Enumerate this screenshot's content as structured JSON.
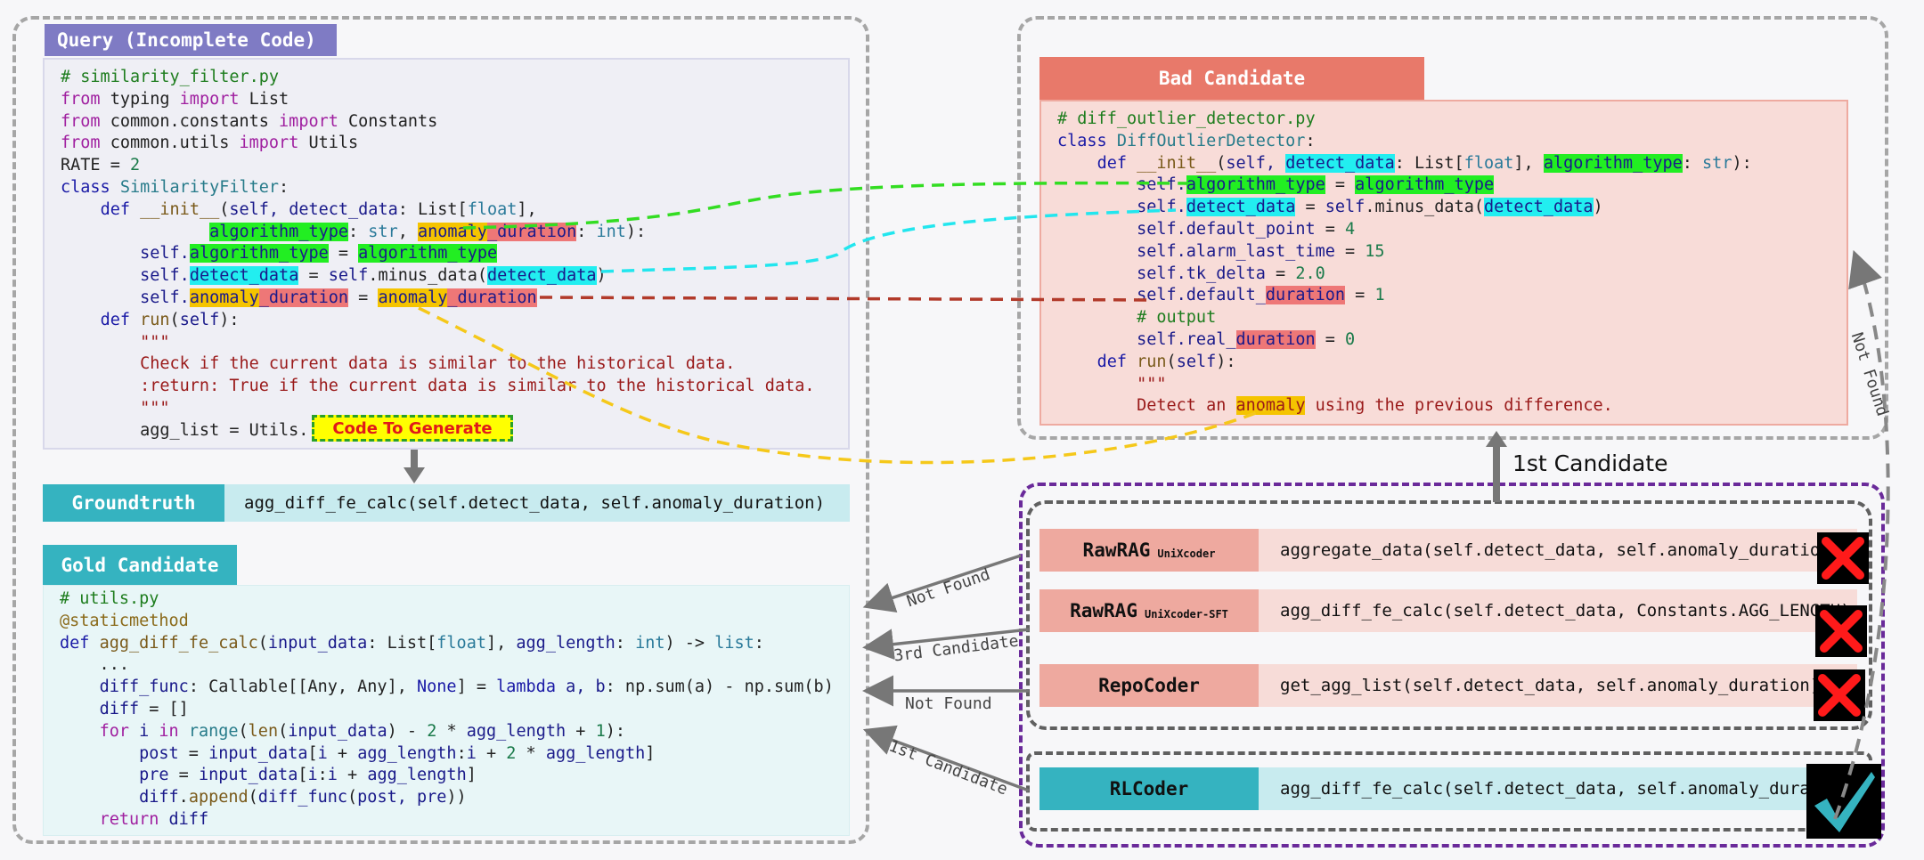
{
  "query": {
    "header": "Query (Incomplete Code)",
    "code_to_generate": "Code To Generate",
    "lines": [
      [
        [
          "t-comment",
          "# similarity_filter.py"
        ]
      ],
      [
        [
          "t-kw",
          "from"
        ],
        [
          "t-plain",
          " typing "
        ],
        [
          "t-kw",
          "import"
        ],
        [
          "t-plain",
          " List"
        ]
      ],
      [
        [
          "t-kw",
          "from"
        ],
        [
          "t-plain",
          " common.constants "
        ],
        [
          "t-kw",
          "import"
        ],
        [
          "t-plain",
          " Constants"
        ]
      ],
      [
        [
          "t-kw",
          "from"
        ],
        [
          "t-plain",
          " common.utils "
        ],
        [
          "t-kw",
          "import"
        ],
        [
          "t-plain",
          " Utils"
        ]
      ],
      [
        [
          "t-plain",
          "RATE = "
        ],
        [
          "t-num",
          "2"
        ]
      ],
      [
        [
          "t-def",
          "class "
        ],
        [
          "t-cls",
          "SimilarityFilter"
        ],
        [
          "t-plain",
          ":"
        ]
      ],
      [
        [
          "t-plain",
          "    "
        ],
        [
          "t-def",
          "def "
        ],
        [
          "t-fn",
          "__init__"
        ],
        [
          "t-plain",
          "("
        ],
        [
          "t-self",
          "self, detect_data"
        ],
        [
          "t-plain",
          ": List["
        ],
        [
          "t-type",
          "float"
        ],
        [
          "t-plain",
          "],"
        ]
      ],
      [
        [
          "t-plain",
          "               "
        ],
        [
          "t-self hl-green",
          "algorithm_type"
        ],
        [
          "t-plain",
          ": "
        ],
        [
          "t-type",
          "str"
        ],
        [
          "t-plain",
          ", "
        ],
        [
          "t-self hl-yellow",
          "anomaly"
        ],
        [
          "t-self hl-red",
          "_duration"
        ],
        [
          "t-plain",
          ": "
        ],
        [
          "t-type",
          "int"
        ],
        [
          "t-plain",
          "):"
        ]
      ],
      [
        [
          "t-plain",
          "        "
        ],
        [
          "t-self",
          "self."
        ],
        [
          "t-self hl-green",
          "algorithm_type"
        ],
        [
          "t-plain",
          " = "
        ],
        [
          "t-self hl-green",
          "algorithm_type"
        ]
      ],
      [
        [
          "t-plain",
          "        "
        ],
        [
          "t-self",
          "self."
        ],
        [
          "t-self hl-cyan",
          "detect_data"
        ],
        [
          "t-plain",
          " = "
        ],
        [
          "t-self",
          "self"
        ],
        [
          "t-plain",
          ".minus_data("
        ],
        [
          "t-self hl-cyan",
          "detect_data"
        ],
        [
          "t-plain",
          ")"
        ]
      ],
      [
        [
          "t-plain",
          "        "
        ],
        [
          "t-self",
          "self."
        ],
        [
          "t-self hl-yellow",
          "anomaly"
        ],
        [
          "t-self hl-red",
          "_duration"
        ],
        [
          "t-plain",
          " = "
        ],
        [
          "t-self hl-yellow",
          "anomaly"
        ],
        [
          "t-self hl-red",
          "_duration"
        ]
      ],
      [
        [
          "t-plain",
          "    "
        ],
        [
          "t-def",
          "def "
        ],
        [
          "t-fn",
          "run"
        ],
        [
          "t-plain",
          "("
        ],
        [
          "t-self",
          "self"
        ],
        [
          "t-plain",
          "):"
        ]
      ],
      [
        [
          "t-plain",
          "        "
        ],
        [
          "t-str",
          "\"\"\""
        ]
      ],
      [
        [
          "t-plain",
          "        "
        ],
        [
          "t-str",
          "Check if the current data is similar to the historical data."
        ]
      ],
      [
        [
          "t-plain",
          "        "
        ],
        [
          "t-str",
          ":return: True if the current data is similar to the historical data."
        ]
      ],
      [
        [
          "t-plain",
          "        "
        ],
        [
          "t-str",
          "\"\"\""
        ]
      ],
      [
        [
          "t-plain",
          "        agg_list = Utils."
        ]
      ]
    ]
  },
  "groundtruth": {
    "label": "Groundtruth",
    "code": "agg_diff_fe_calc(self.detect_data, self.anomaly_duration)"
  },
  "gold": {
    "header": "Gold Candidate",
    "lines": [
      [
        [
          "t-comment",
          "# utils.py"
        ]
      ],
      [
        [
          "t-dec",
          "@staticmethod"
        ]
      ],
      [
        [
          "t-def",
          "def "
        ],
        [
          "t-fn",
          "agg_diff_fe_calc"
        ],
        [
          "t-plain",
          "("
        ],
        [
          "t-self",
          "input_data"
        ],
        [
          "t-plain",
          ": List["
        ],
        [
          "t-type",
          "float"
        ],
        [
          "t-plain",
          "], "
        ],
        [
          "t-self",
          "agg_length"
        ],
        [
          "t-plain",
          ": "
        ],
        [
          "t-type",
          "int"
        ],
        [
          "t-plain",
          ") -> "
        ],
        [
          "t-type",
          "list"
        ],
        [
          "t-plain",
          ":"
        ]
      ],
      [
        [
          "t-plain",
          "    ..."
        ]
      ],
      [
        [
          "t-plain",
          "    "
        ],
        [
          "t-self",
          "diff_func"
        ],
        [
          "t-plain",
          ": Callable[[Any, Any], "
        ],
        [
          "t-def",
          "None"
        ],
        [
          "t-plain",
          "] = "
        ],
        [
          "t-def",
          "lambda"
        ],
        [
          "t-self",
          " a, b"
        ],
        [
          "t-plain",
          ": np.sum(a) - np.sum(b)"
        ]
      ],
      [
        [
          "t-plain",
          "    "
        ],
        [
          "t-self",
          "diff"
        ],
        [
          "t-plain",
          " = []"
        ]
      ],
      [
        [
          "t-plain",
          "    "
        ],
        [
          "t-kw",
          "for"
        ],
        [
          "t-self",
          " i "
        ],
        [
          "t-kw",
          "in"
        ],
        [
          "t-plain",
          " "
        ],
        [
          "t-cls",
          "range"
        ],
        [
          "t-plain",
          "("
        ],
        [
          "t-fn",
          "len"
        ],
        [
          "t-plain",
          "("
        ],
        [
          "t-self",
          "input_data"
        ],
        [
          "t-plain",
          ") - "
        ],
        [
          "t-num",
          "2"
        ],
        [
          "t-plain",
          " * "
        ],
        [
          "t-self",
          "agg_length"
        ],
        [
          "t-plain",
          " + "
        ],
        [
          "t-num",
          "1"
        ],
        [
          "t-plain",
          "):"
        ]
      ],
      [
        [
          "t-plain",
          "        "
        ],
        [
          "t-self",
          "post"
        ],
        [
          "t-plain",
          " = "
        ],
        [
          "t-self",
          "input_data"
        ],
        [
          "t-plain",
          "["
        ],
        [
          "t-self",
          "i"
        ],
        [
          "t-plain",
          " + "
        ],
        [
          "t-self",
          "agg_length"
        ],
        [
          "t-plain",
          ":"
        ],
        [
          "t-self",
          "i"
        ],
        [
          "t-plain",
          " + "
        ],
        [
          "t-num",
          "2"
        ],
        [
          "t-plain",
          " * "
        ],
        [
          "t-self",
          "agg_length"
        ],
        [
          "t-plain",
          "]"
        ]
      ],
      [
        [
          "t-plain",
          "        "
        ],
        [
          "t-self",
          "pre"
        ],
        [
          "t-plain",
          " = "
        ],
        [
          "t-self",
          "input_data"
        ],
        [
          "t-plain",
          "["
        ],
        [
          "t-self",
          "i"
        ],
        [
          "t-plain",
          ":"
        ],
        [
          "t-self",
          "i"
        ],
        [
          "t-plain",
          " + "
        ],
        [
          "t-self",
          "agg_length"
        ],
        [
          "t-plain",
          "]"
        ]
      ],
      [
        [
          "t-plain",
          "        "
        ],
        [
          "t-self",
          "diff"
        ],
        [
          "t-plain",
          "."
        ],
        [
          "t-fn",
          "append"
        ],
        [
          "t-plain",
          "("
        ],
        [
          "t-self",
          "diff_func"
        ],
        [
          "t-plain",
          "("
        ],
        [
          "t-self",
          "post, pre"
        ],
        [
          "t-plain",
          "))"
        ]
      ],
      [
        [
          "t-plain",
          "    "
        ],
        [
          "t-kw",
          "return"
        ],
        [
          "t-self",
          " diff"
        ]
      ]
    ]
  },
  "bad": {
    "header": "Bad Candidate",
    "lines": [
      [
        [
          "t-comment",
          "# diff_outlier_detector.py"
        ]
      ],
      [
        [
          "t-def",
          "class "
        ],
        [
          "t-cls",
          "DiffOutlierDetector"
        ],
        [
          "t-plain",
          ":"
        ]
      ],
      [
        [
          "t-plain",
          "    "
        ],
        [
          "t-def",
          "def "
        ],
        [
          "t-fn",
          "__init__"
        ],
        [
          "t-plain",
          "("
        ],
        [
          "t-self",
          "self, "
        ],
        [
          "t-self hl-cyan",
          "detect_data"
        ],
        [
          "t-plain",
          ": List["
        ],
        [
          "t-type",
          "float"
        ],
        [
          "t-plain",
          "], "
        ],
        [
          "t-self hl-green",
          "algorithm_type"
        ],
        [
          "t-plain",
          ": "
        ],
        [
          "t-type",
          "str"
        ],
        [
          "t-plain",
          "):"
        ]
      ],
      [
        [
          "t-plain",
          "        "
        ],
        [
          "t-self",
          "self."
        ],
        [
          "t-self hl-green",
          "algorithm_type"
        ],
        [
          "t-plain",
          " = "
        ],
        [
          "t-self hl-green",
          "algorithm_type"
        ]
      ],
      [
        [
          "t-plain",
          "        "
        ],
        [
          "t-self",
          "self."
        ],
        [
          "t-self hl-cyan",
          "detect_data"
        ],
        [
          "t-plain",
          " = "
        ],
        [
          "t-self",
          "self"
        ],
        [
          "t-plain",
          ".minus_data("
        ],
        [
          "t-self hl-cyan",
          "detect_data"
        ],
        [
          "t-plain",
          ")"
        ]
      ],
      [
        [
          "t-plain",
          "        "
        ],
        [
          "t-self",
          "self.default_point"
        ],
        [
          "t-plain",
          " = "
        ],
        [
          "t-num",
          "4"
        ]
      ],
      [
        [
          "t-plain",
          "        "
        ],
        [
          "t-self",
          "self.alarm_last_time"
        ],
        [
          "t-plain",
          " = "
        ],
        [
          "t-num",
          "15"
        ]
      ],
      [
        [
          "t-plain",
          "        "
        ],
        [
          "t-self",
          "self.tk_delta"
        ],
        [
          "t-plain",
          " = "
        ],
        [
          "t-num",
          "2.0"
        ]
      ],
      [
        [
          "t-plain",
          "        "
        ],
        [
          "t-self",
          "self.default_"
        ],
        [
          "t-self hl-red",
          "duration"
        ],
        [
          "t-plain",
          " = "
        ],
        [
          "t-num",
          "1"
        ]
      ],
      [
        [
          "t-plain",
          "        "
        ],
        [
          "t-comment",
          "# output"
        ]
      ],
      [
        [
          "t-plain",
          "        "
        ],
        [
          "t-self",
          "self.real_"
        ],
        [
          "t-self hl-red",
          "duration"
        ],
        [
          "t-plain",
          " = "
        ],
        [
          "t-num",
          "0"
        ]
      ],
      [
        [
          "t-plain",
          "    "
        ],
        [
          "t-def",
          "def "
        ],
        [
          "t-fn",
          "run"
        ],
        [
          "t-plain",
          "("
        ],
        [
          "t-self",
          "self"
        ],
        [
          "t-plain",
          "):"
        ]
      ],
      [
        [
          "t-plain",
          "        "
        ],
        [
          "t-str",
          "\"\"\""
        ]
      ],
      [
        [
          "t-plain",
          "        "
        ],
        [
          "t-str",
          "Detect an "
        ],
        [
          "t-str hl-yellow",
          "anomaly"
        ],
        [
          "t-str",
          " using the previous difference."
        ]
      ]
    ]
  },
  "candidates_label": "1st Candidate",
  "bad_link_label": "Not Found",
  "methods": [
    {
      "name": "RawRAG",
      "sub": "UniXcoder",
      "code": "aggregate_data(self.detect_data, self.anomaly_duration)",
      "result": "wrong",
      "link_label": "Not Found"
    },
    {
      "name": "RawRAG",
      "sub": "UniXcoder-SFT",
      "code": "agg_diff_fe_calc(self.detect_data, Constants.AGG_LENGTH)",
      "result": "wrong",
      "link_label": "3rd Candidate"
    },
    {
      "name": "RepoCoder",
      "sub": "",
      "code": "get_agg_list(self.detect_data, self.anomaly_duration)",
      "result": "wrong",
      "link_label": "Not Found"
    },
    {
      "name": "RLCoder",
      "sub": "",
      "code": "agg_diff_fe_calc(self.detect_data, self.anomaly_duration)",
      "result": "correct",
      "link_label": "1st Candidate"
    }
  ],
  "colors": {
    "query_header": "#7f7bc4",
    "query_bg": "#efeff5",
    "gold_header": "#35b3c0",
    "gold_bg": "#e8f6f7",
    "groundtruth_bg": "#c8ebef",
    "bad_header": "#e8796a",
    "bad_bg": "#f8dcd8",
    "baseline_label": "#eea99f",
    "baseline_code": "#f7dcd8",
    "rlcoder_label": "#35b3c0",
    "rlcoder_code": "#c8ebef",
    "wrong_mark": "#ff1a1a",
    "correct_mark": "#35b3c0",
    "link_green": "#33dd22",
    "link_cyan": "#22e6ee",
    "link_red": "#b23a2a",
    "link_yellow": "#f5c81a",
    "purple_dash": "#6a2a9a"
  }
}
